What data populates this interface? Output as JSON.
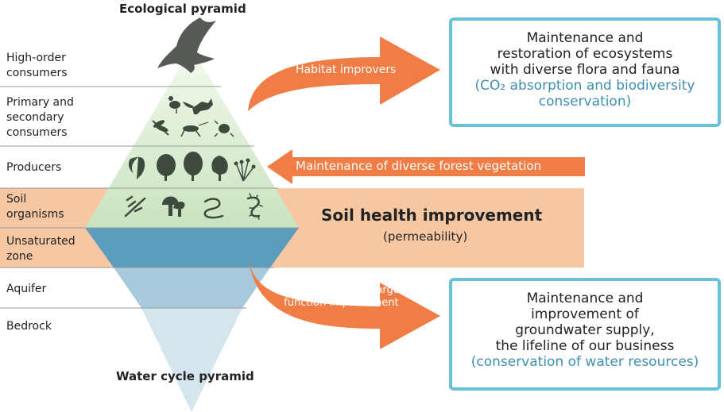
{
  "titles": {
    "ecological": "Ecological pyramid",
    "water": "Water cycle pyramid"
  },
  "layers": [
    {
      "id": "high-order-consumers",
      "lines": [
        "High-order",
        "consumers"
      ]
    },
    {
      "id": "primary-secondary-consumers",
      "lines": [
        "Primary and",
        "secondary",
        "consumers"
      ]
    },
    {
      "id": "producers",
      "lines": [
        "Producers"
      ]
    },
    {
      "id": "soil-organisms",
      "lines": [
        "Soil",
        "organisms"
      ]
    },
    {
      "id": "unsaturated-zone",
      "lines": [
        "Unsaturated",
        "zone"
      ]
    },
    {
      "id": "aquifer",
      "lines": [
        "Aquifer"
      ]
    },
    {
      "id": "bedrock",
      "lines": [
        "Bedrock"
      ]
    }
  ],
  "arrows": {
    "habitat": "Habitat improvers",
    "vegetation": "Maintenance of diverse forest vegetation",
    "groundwater": [
      "Groundwater recharge",
      "function improvement"
    ]
  },
  "soil_health": {
    "title": "Soil health improvement",
    "subtitle": "(permeability)"
  },
  "boxes": {
    "ecosystems": {
      "main": [
        "Maintenance and",
        "restoration of ecosystems",
        "with diverse flora and fauna"
      ],
      "sub": [
        "(CO₂ absorption and biodiversity",
        "conservation)"
      ]
    },
    "groundwater": {
      "main": [
        "Maintenance and",
        "improvement of",
        "groundwater supply,",
        "the lifeline of our business"
      ],
      "sub": [
        "(conservation of water resources)"
      ]
    }
  },
  "colors": {
    "orange": "#ef7d45",
    "soil_band": "#f6c7a3",
    "box_border": "#66c2d8",
    "blue_text": "#3f8fb0",
    "green_top": "#eef7e8",
    "green_bottom": "#cfe7c6",
    "unsat_blue": "#5c9dbe",
    "aquifer_blue": "#a7c9dc",
    "bedrock_blue": "#d4e5ee",
    "divider": "#9a9a9a",
    "icon": "#3f4a3e"
  }
}
